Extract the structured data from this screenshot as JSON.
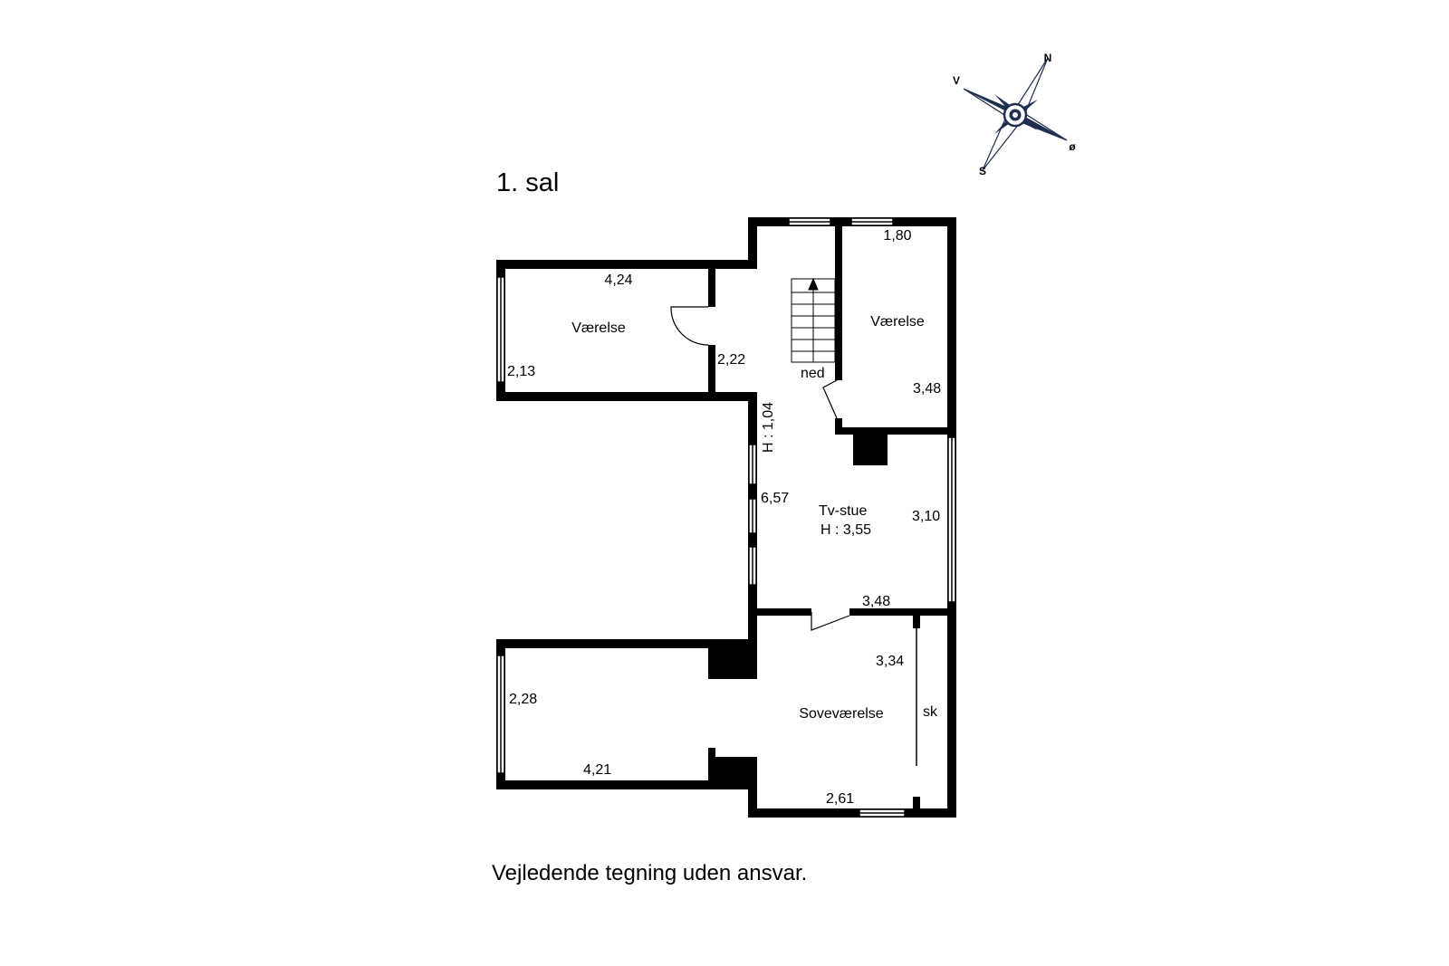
{
  "floor_label": "1. sal",
  "disclaimer": "Vejledende tegning uden ansvar.",
  "compass": {
    "n": "N",
    "s": "S",
    "e": "ø",
    "w": "V",
    "color": "#1f2f4f"
  },
  "rooms": {
    "vaerelse_left": "Værelse",
    "vaerelse_right": "Værelse",
    "tv_stue": "Tv-stue",
    "tv_stue_height": "H : 3,55",
    "sovevaerelse": "Soveværelse",
    "skab": "sk",
    "stair_down": "ned",
    "stair_height": "H : 1,04"
  },
  "dimensions": {
    "d_180": "1,80",
    "d_424": "4,24",
    "d_222": "2,22",
    "d_213": "2,13",
    "d_348_top": "3,48",
    "d_657": "6,57",
    "d_310": "3,10",
    "d_348_mid": "3,48",
    "d_334": "3,34",
    "d_228": "2,28",
    "d_421": "4,21",
    "d_261": "2,61"
  }
}
